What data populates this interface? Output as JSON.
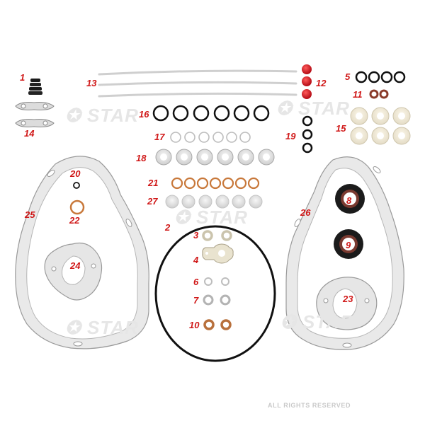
{
  "watermark": {
    "text": "STAR"
  },
  "rights": "ALL RIGHTS RESERVED",
  "labels": {
    "l1": "1",
    "l2": "2",
    "l3": "3",
    "l4": "4",
    "l5": "5",
    "l6": "6",
    "l7": "7",
    "l8": "8",
    "l9": "9",
    "l10": "10",
    "l11": "11",
    "l12": "12",
    "l13": "13",
    "l14": "14",
    "l15": "15",
    "l16": "16",
    "l17": "17",
    "l18": "18",
    "l19": "19",
    "l20": "20",
    "l21": "21",
    "l22": "22",
    "l23": "23",
    "l24": "24",
    "l25": "25",
    "l26": "26",
    "l27": "27"
  },
  "colors": {
    "label": "#d01818",
    "gasket": "#e8e8e8",
    "gasket_edge": "#9a9a9a",
    "oring_black": "#111111",
    "copper": "#c8783a",
    "red_cap": "#d81c24",
    "watermark": "#e6e6e6"
  }
}
